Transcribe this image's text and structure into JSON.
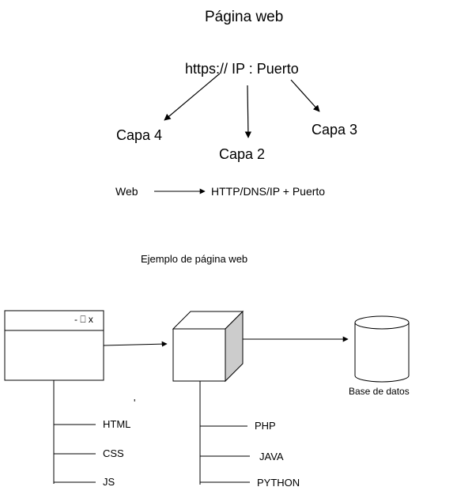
{
  "title": "Página web",
  "url_text": "https:// IP : Puerto",
  "layers": {
    "capa4": "Capa 4",
    "capa2": "Capa 2",
    "capa3": "Capa 3"
  },
  "web_row": {
    "left": "Web",
    "right": "HTTP/DNS/IP + Puerto"
  },
  "example_label": "Ejemplo de página web",
  "browser": {
    "controls_text": "- ⎕ x",
    "items": [
      "HTML",
      "CSS",
      "JS"
    ]
  },
  "server": {
    "items": [
      "PHP",
      "JAVA",
      "PYTHON"
    ]
  },
  "database": {
    "label": "Base de datos"
  },
  "stray_mark": "'"
}
